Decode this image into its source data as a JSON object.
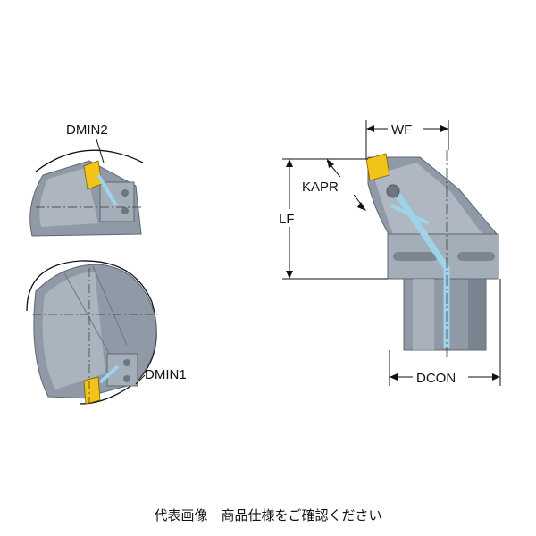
{
  "labels": {
    "dmin2": "DMIN2",
    "dmin1": "DMIN1",
    "wf": "WF",
    "kapr": "KAPR",
    "lf": "LF",
    "dcon": "DCON"
  },
  "caption": "代表画像　商品仕様をご確認ください",
  "colors": {
    "body": "#8f9aa6",
    "body_light": "#b9c2cb",
    "body_dark": "#6c7782",
    "insert": "#f2c318",
    "coolant": "#9fd3ea",
    "line": "#111111"
  }
}
